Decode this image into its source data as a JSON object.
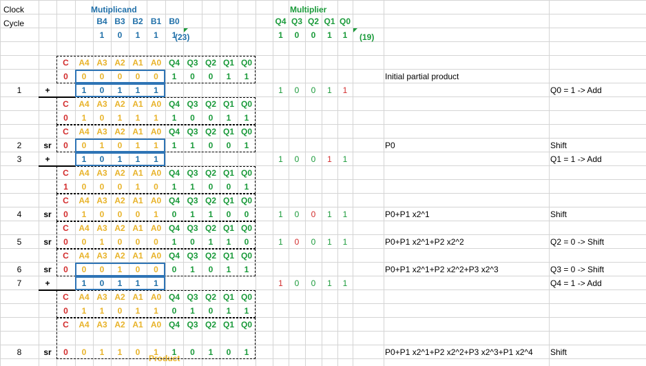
{
  "header": {
    "clock": "Clock",
    "cycle": "Cycle",
    "multiplicand_title": "Mutiplicand",
    "multiplier_title": "Multiplier",
    "product_title": "Product"
  },
  "multiplicand": {
    "labels": [
      "B4",
      "B3",
      "B2",
      "B1",
      "B0"
    ],
    "bits": [
      "1",
      "0",
      "1",
      "1",
      "1"
    ],
    "decimal": "(23)"
  },
  "multiplier": {
    "labels": [
      "Q4",
      "Q3",
      "Q2",
      "Q1",
      "Q0"
    ],
    "bits": [
      "1",
      "0",
      "0",
      "1",
      "1"
    ],
    "decimal": "(19)"
  },
  "register_labels": [
    "C",
    "A4",
    "A3",
    "A2",
    "A1",
    "A0",
    "Q4",
    "Q3",
    "Q2",
    "Q1",
    "Q0"
  ],
  "colors": {
    "blue": "#1f6fa8",
    "green": "#1a9a3a",
    "orange": "#e8b32a",
    "red": "#d22b2b",
    "gray": "#7f7f7f",
    "box": "#2e74b5",
    "gridline": "#d4d4d4"
  },
  "rows": [
    {
      "kind": "labels"
    },
    {
      "kind": "reg",
      "bits": [
        "0",
        "0",
        "0",
        "0",
        "0",
        "0",
        "1",
        "0",
        "0",
        "1",
        "1"
      ],
      "partial": "Initial partial product"
    },
    {
      "kind": "add",
      "cycle": "1",
      "op": "+",
      "bits": [
        "1",
        "0",
        "1",
        "1",
        "1"
      ],
      "q": [
        "1",
        "0",
        "0",
        "1",
        "1"
      ],
      "qred": 4,
      "note": "Q0 = 1 -> Add"
    },
    {
      "kind": "labels"
    },
    {
      "kind": "reg",
      "bits": [
        "0",
        "1",
        "0",
        "1",
        "1",
        "1",
        "1",
        "0",
        "0",
        "1",
        "1"
      ]
    },
    {
      "kind": "labels"
    },
    {
      "kind": "reg",
      "cycle": "2",
      "op": "sr",
      "bits": [
        "0",
        "0",
        "1",
        "0",
        "1",
        "1",
        "1",
        "1",
        "0",
        "0",
        "1"
      ],
      "partial": "P0",
      "note": "Shift"
    },
    {
      "kind": "add",
      "cycle": "3",
      "op": "+",
      "bits": [
        "1",
        "0",
        "1",
        "1",
        "1"
      ],
      "q": [
        "1",
        "0",
        "0",
        "1",
        "1"
      ],
      "qred": 3,
      "note": "Q1 = 1 -> Add"
    },
    {
      "kind": "labels"
    },
    {
      "kind": "reg",
      "bits": [
        "1",
        "0",
        "0",
        "0",
        "1",
        "0",
        "1",
        "1",
        "0",
        "0",
        "1"
      ]
    },
    {
      "kind": "labels"
    },
    {
      "kind": "reg",
      "cycle": "4",
      "op": "sr",
      "bits": [
        "0",
        "1",
        "0",
        "0",
        "0",
        "1",
        "0",
        "1",
        "1",
        "0",
        "0"
      ],
      "q": [
        "1",
        "0",
        "0",
        "1",
        "1"
      ],
      "qred": 2,
      "partial": "P0+P1 x2^1",
      "note": "Shift"
    },
    {
      "kind": "labels"
    },
    {
      "kind": "reg",
      "cycle": "5",
      "op": "sr",
      "bits": [
        "0",
        "0",
        "1",
        "0",
        "0",
        "0",
        "1",
        "0",
        "1",
        "1",
        "0"
      ],
      "q": [
        "1",
        "0",
        "0",
        "1",
        "1"
      ],
      "qred": 1,
      "partial": "P0+P1 x2^1+P2 x2^2",
      "note": "Q2 = 0 -> Shift"
    },
    {
      "kind": "labels"
    },
    {
      "kind": "reg",
      "cycle": "6",
      "op": "sr",
      "bits": [
        "0",
        "0",
        "0",
        "1",
        "0",
        "0",
        "0",
        "1",
        "0",
        "1",
        "1"
      ],
      "partial": "P0+P1 x2^1+P2 x2^2+P3 x2^3",
      "note": "Q3 = 0 -> Shift"
    },
    {
      "kind": "add",
      "cycle": "7",
      "op": "+",
      "bits": [
        "1",
        "0",
        "1",
        "1",
        "1"
      ],
      "q": [
        "1",
        "0",
        "0",
        "1",
        "1"
      ],
      "qred": 0,
      "note": "Q4 = 1 -> Add"
    },
    {
      "kind": "labels"
    },
    {
      "kind": "reg",
      "bits": [
        "0",
        "1",
        "1",
        "0",
        "1",
        "1",
        "0",
        "1",
        "0",
        "1",
        "1"
      ]
    },
    {
      "kind": "labels"
    },
    {
      "kind": "blank"
    },
    {
      "kind": "reg",
      "cycle": "8",
      "op": "sr",
      "bits": [
        "0",
        "0",
        "1",
        "1",
        "0",
        "1",
        "1",
        "0",
        "1",
        "0",
        "1"
      ],
      "partial": "P0+P1 x2^1+P2 x2^2+P3 x2^3+P1 x2^4",
      "note": "Shift"
    }
  ]
}
